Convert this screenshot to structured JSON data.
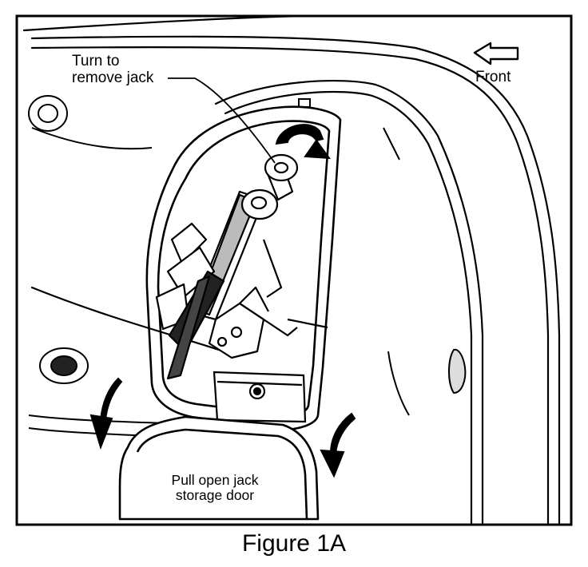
{
  "figure": {
    "callout_turn": [
      "Turn to",
      "remove jack"
    ],
    "direction_front": "Front",
    "callout_pull": [
      "Pull open jack",
      "storage door"
    ],
    "caption": "Figure 1A"
  },
  "colors": {
    "ink": "#000000",
    "paper": "#ffffff",
    "shade": "#222222"
  },
  "icons": [
    "front-arrow-icon",
    "rotate-arrow-icon",
    "pull-arrow-icon"
  ]
}
